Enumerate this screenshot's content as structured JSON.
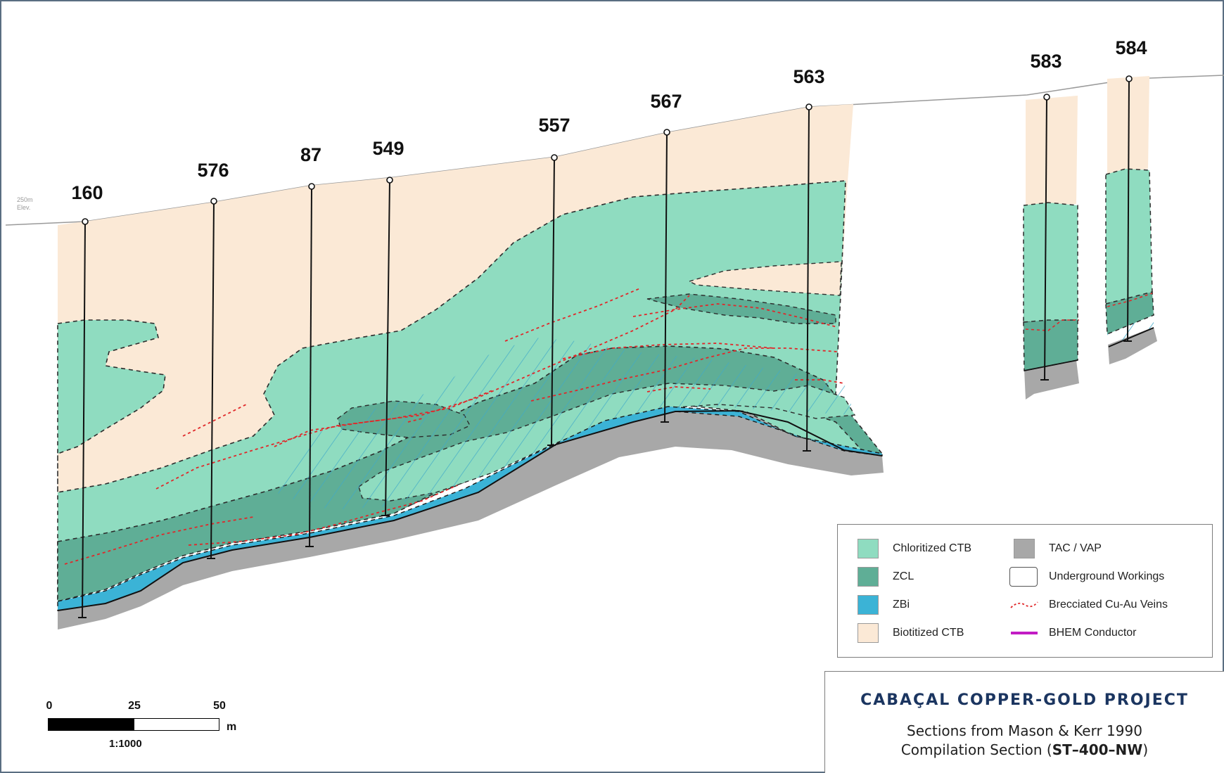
{
  "elevation_label": [
    "250m",
    "Elev."
  ],
  "drill_holes": [
    {
      "id": "160"
    },
    {
      "id": "576"
    },
    {
      "id": "87"
    },
    {
      "id": "549"
    },
    {
      "id": "557"
    },
    {
      "id": "567"
    },
    {
      "id": "563"
    },
    {
      "id": "583"
    },
    {
      "id": "584"
    }
  ],
  "legend": {
    "items": [
      {
        "label": "Chloritized CTB",
        "kind": "swatch",
        "color": "#8fdcc0"
      },
      {
        "label": "ZCL",
        "kind": "swatch",
        "color": "#5fae96"
      },
      {
        "label": "ZBi",
        "kind": "swatch",
        "color": "#3bb3d6"
      },
      {
        "label": "Biotitized CTB",
        "kind": "swatch",
        "color": "#fbe9d6"
      },
      {
        "label": "TAC / VAP",
        "kind": "swatch",
        "color": "#a8a8a8"
      },
      {
        "label": "Underground Workings",
        "kind": "outline",
        "color": "#ffffff"
      },
      {
        "label": "Brecciated Cu-Au Veins",
        "kind": "dashed-line",
        "color": "#e0282a"
      },
      {
        "label": "BHEM Conductor",
        "kind": "line",
        "color": "#c21cc4"
      }
    ]
  },
  "title_block": {
    "title": "CABAÇAL COPPER-GOLD PROJECT",
    "subtitle1": "Sections from Mason & Kerr 1990",
    "subtitle2_prefix": "Compilation Section (",
    "subtitle2_code": "ST–400–NW",
    "subtitle2_suffix": ")"
  },
  "scale_bar": {
    "ticks": [
      "0",
      "25",
      "50"
    ],
    "unit": "m",
    "ratio": "1:1000"
  }
}
